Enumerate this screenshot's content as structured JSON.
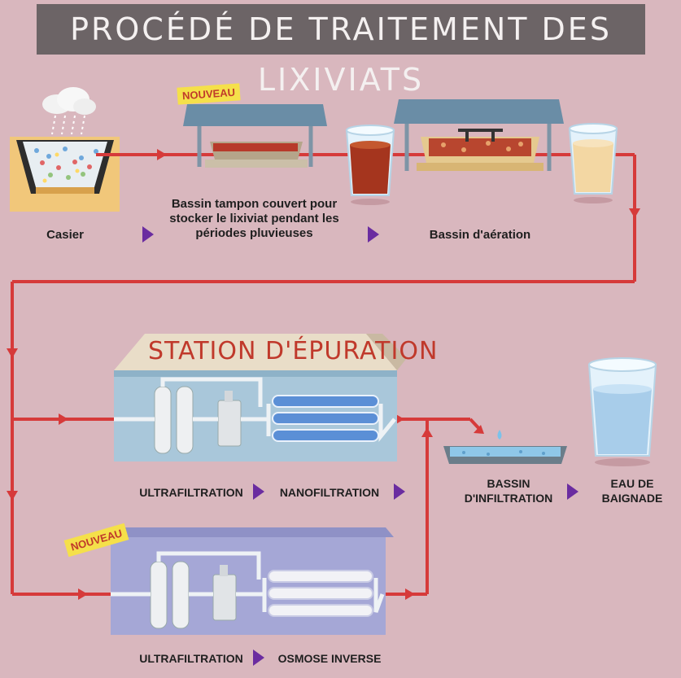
{
  "title": "PROCÉDÉ DE TRAITEMENT DES LIXIVIATS",
  "badges": {
    "nouveau_1": "NOUVEAU",
    "nouveau_2": "NOUVEAU"
  },
  "station_title": "STATION D'ÉPURATION",
  "labels": {
    "casier": "Casier",
    "bassin_tampon": "Bassin tampon couvert pour stocker le lixiviat pendant les périodes pluvieuses",
    "bassin_aeration": "Bassin d'aération",
    "ultrafiltration_1": "ULTRAFILTRATION",
    "nanofiltration": "NANOFILTRATION",
    "bassin_infiltration": "BASSIN D'INFILTRATION",
    "eau_baignade": "EAU DE BAIGNADE",
    "ultrafiltration_2": "ULTRAFILTRATION",
    "osmose_inverse": "OSMOSE INVERSE"
  },
  "colors": {
    "background": "#d9b7be",
    "pipe": "#d63a3a",
    "title_bar": "#6c6466",
    "badge": "#f5e04a",
    "arrow": "#6a2ca0",
    "station_blue": "#a9c7da",
    "osmose_box": "#a5a7d6"
  }
}
